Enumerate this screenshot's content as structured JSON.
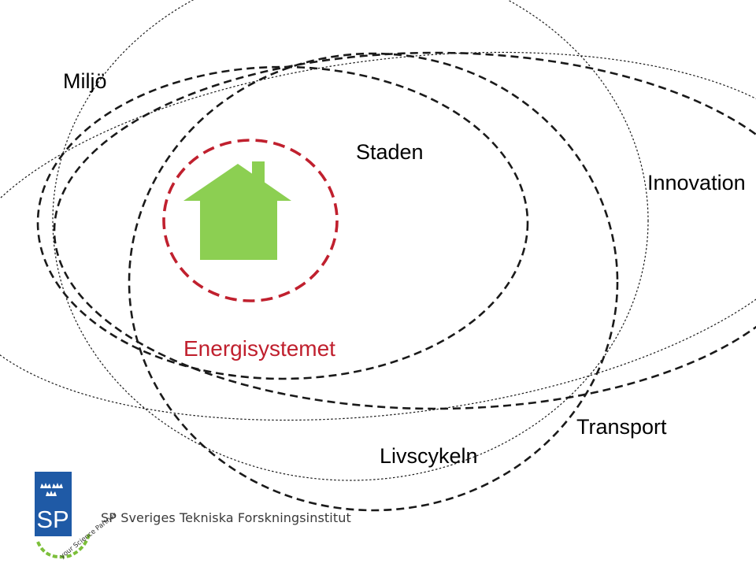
{
  "labels": {
    "miljo": "Miljö",
    "staden": "Staden",
    "innovation": "Innovation",
    "energisystemet": "Energisystemet",
    "livscykeln": "Livscykeln",
    "transport": "Transport"
  },
  "logo": {
    "monogram": "SP",
    "tagline": "your Science Partner",
    "organization": "SP Sveriges Tekniska Forskningsinstitut"
  },
  "colors": {
    "outline": "#1a1a1a",
    "energy_ring": "#c0202e",
    "energy_label": "#c0202e",
    "house": "#8ccf52",
    "logo_blue": "#1f5aa6",
    "logo_green": "#7cbf3a"
  },
  "icons": {
    "house": "house-icon",
    "crowns": "three-crowns-icon"
  }
}
